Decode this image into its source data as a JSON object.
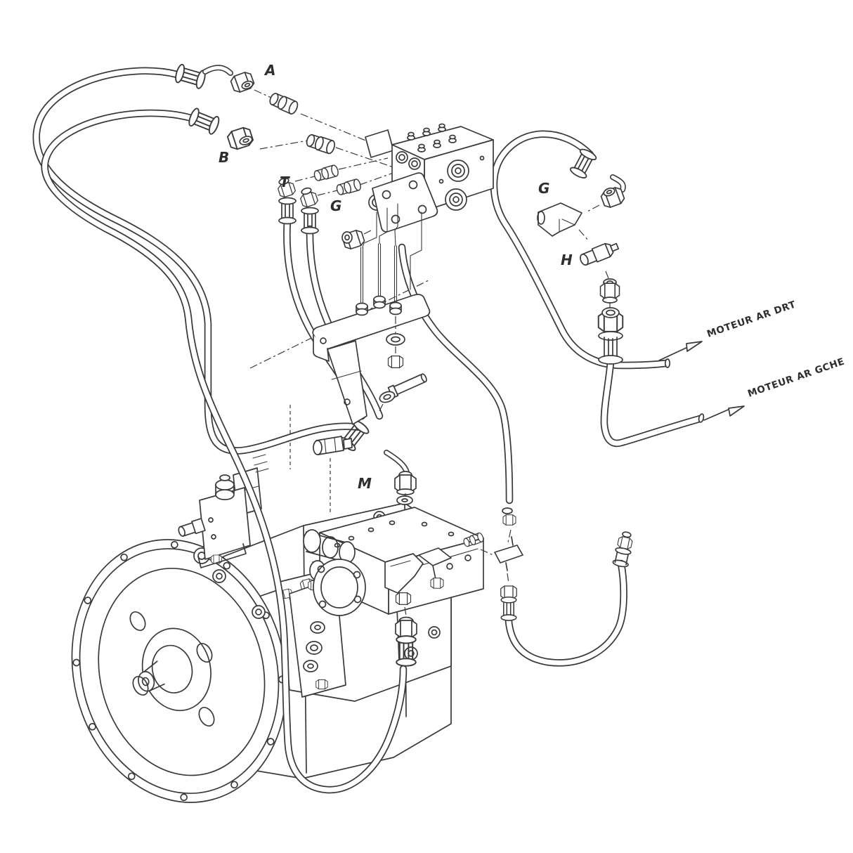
{
  "diagram": {
    "description": "exploded hydraulic hose and fitting installation drawing (pump, flywheel, valve manifold)",
    "colors": {
      "line": "#3a3a3a",
      "background": "#ffffff"
    },
    "labels": {
      "A": "A",
      "B": "B",
      "T": "T",
      "G": "G",
      "H": "H",
      "M": "M"
    },
    "annotations": {
      "motor_rear_right": "MOTEUR AR DRT",
      "motor_rear_left": "MOTEUR AR GCHE"
    }
  }
}
